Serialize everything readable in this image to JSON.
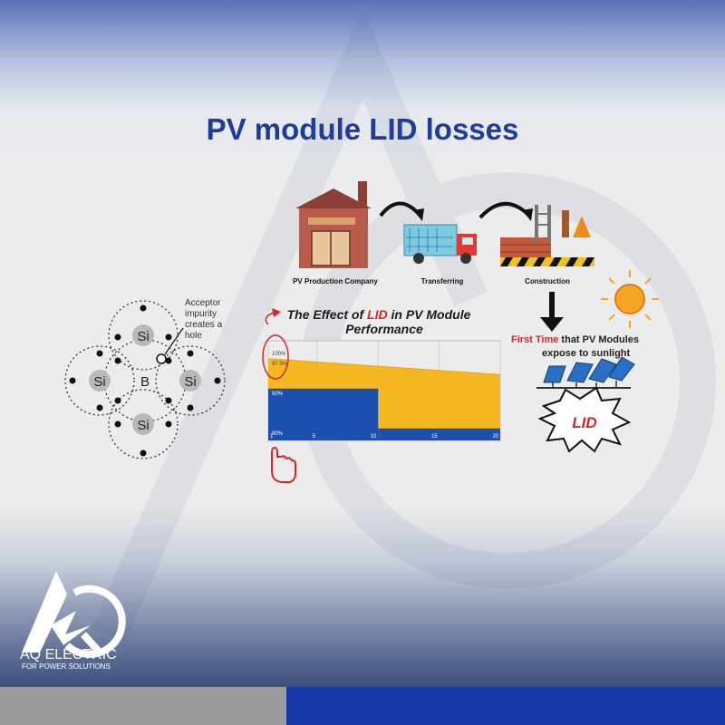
{
  "title": "PV module LID losses",
  "atom": {
    "si": "Si",
    "b": "B",
    "note": [
      "Acceptor",
      "impurity",
      "creates a",
      "hole"
    ]
  },
  "process": {
    "steps": [
      "PV Production Company",
      "Transferring",
      "Construction"
    ],
    "first_time": "First Time",
    "first_time_rest": " that PV Modules",
    "expose": "expose to sunlight",
    "burst": "LID"
  },
  "chart_data": {
    "type": "area",
    "title_parts": [
      "The Effect of ",
      "LID",
      " in PV Module"
    ],
    "title_line2": "Performance",
    "x_ticks": [
      "1",
      "5",
      "10",
      "15",
      "20"
    ],
    "y_ticks": [
      "100%",
      "97.5%",
      "90%",
      "80%"
    ],
    "series": [
      {
        "x": [
          1,
          20
        ],
        "y": [
          97.5,
          93.5
        ]
      }
    ],
    "ylim": [
      77,
      102
    ],
    "xlim": [
      1,
      20
    ]
  },
  "brand": {
    "name": "AQ ELECTRIC",
    "tagline": "FOR POWER SOLUTIONS"
  },
  "colors": {
    "title": "#1f3b9c",
    "accent_red": "#d6262a",
    "chart_blue": "#1b4fb0",
    "chart_yellow": "#f5b820",
    "footer_grey": "#9a9a9a",
    "footer_blue": "#1637a8"
  }
}
